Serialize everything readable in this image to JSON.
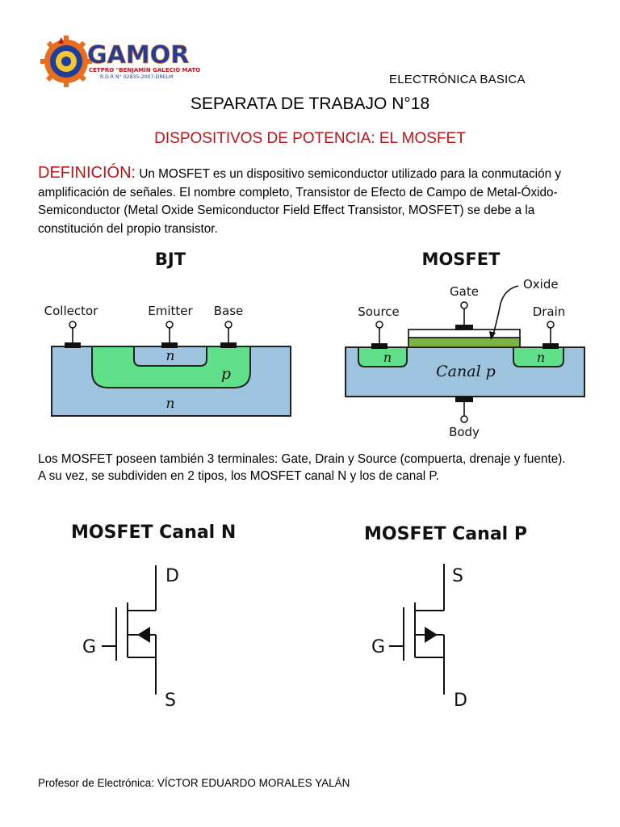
{
  "header": {
    "logo_text": "GAMOR",
    "logo_line1": "CETPRO \"BENJAMÍN GALECIO MATOS\"",
    "logo_line2": "R.D.R N° 02835-2007-DRELM",
    "subject": "ELECTRÓNICA BASICA",
    "title": "SEPARATA DE TRABAJO N°18",
    "subtitle": "DISPOSITIVOS DE POTENCIA: EL MOSFET"
  },
  "definition": {
    "term": "DEFINICIÓN:",
    "text": " Un MOSFET es un dispositivo semiconductor utilizado para la conmutación y amplificación de señales. El nombre completo, Transistor de Efecto de Campo de Metal-Óxido-Semiconductor (Metal Oxide Semiconductor Field Effect Transistor, MOSFET) se debe a la constitución del propio transistor."
  },
  "bjt": {
    "title": "BJT",
    "collector": "Collector",
    "emitter": "Emitter",
    "base": "Base",
    "n_top": "n",
    "p": "p",
    "n_bottom": "n"
  },
  "mosfet": {
    "title": "MOSFET",
    "gate": "Gate",
    "oxide": "Oxide",
    "source": "Source",
    "drain": "Drain",
    "n_left": "n",
    "n_right": "n",
    "canal": "Canal p",
    "body": "Body"
  },
  "body": {
    "para1": "Los MOSFET poseen también 3 terminales: Gate, Drain y Source (compuerta, drenaje y fuente).",
    "para2": "A su vez, se subdividen en 2 tipos, los MOSFET canal N y los de canal P."
  },
  "symbols": {
    "n_title": "MOSFET Canal N",
    "n_top": "D",
    "n_gate": "G",
    "n_bottom": "S",
    "p_title": "MOSFET Canal P",
    "p_top": "S",
    "p_gate": "G",
    "p_bottom": "D"
  },
  "footer": {
    "text": "Profesor de Electrónica: VÍCTOR EDUARDO MORALES YALÁN"
  },
  "colors": {
    "accent_red": "#c0131b",
    "substrate_blue": "#9dc3df",
    "region_green": "#61e08c",
    "gate_green": "#7cb342",
    "logo_blue": "#1b3f9b",
    "logo_orange": "#e96d1e"
  }
}
